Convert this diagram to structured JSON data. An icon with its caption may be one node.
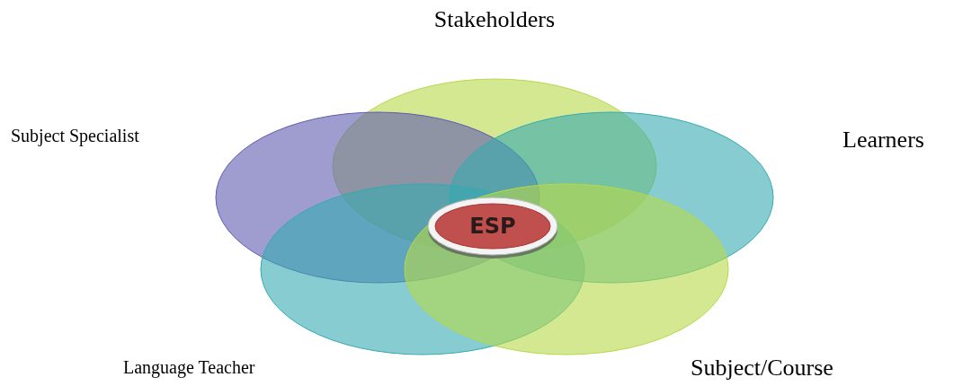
{
  "diagram": {
    "nodes": [
      {
        "text": [
          "Stakeholders"
        ]
      },
      {
        "text": [
          "Subject Specialist"
        ]
      },
      {
        "text": [
          "Learners"
        ]
      },
      {
        "text": [
          "ESP"
        ]
      },
      {
        "text": [
          "Language Teacher"
        ]
      },
      {
        "text": [
          "Subject/Course"
        ]
      }
    ],
    "edges": []
  }
}
